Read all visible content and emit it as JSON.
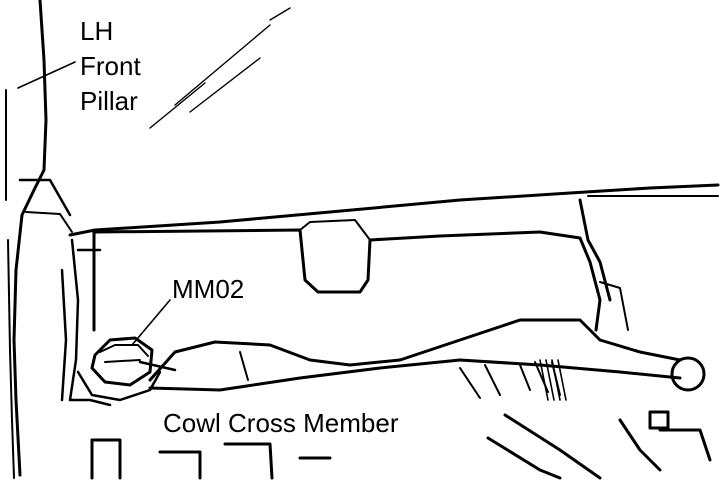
{
  "labels": {
    "pillar": [
      "LH",
      "Front",
      "Pillar"
    ],
    "connector": "MM02",
    "cross_member": "Cowl Cross Member"
  },
  "colors": {
    "ink": "#000000",
    "paper": "#ffffff"
  }
}
